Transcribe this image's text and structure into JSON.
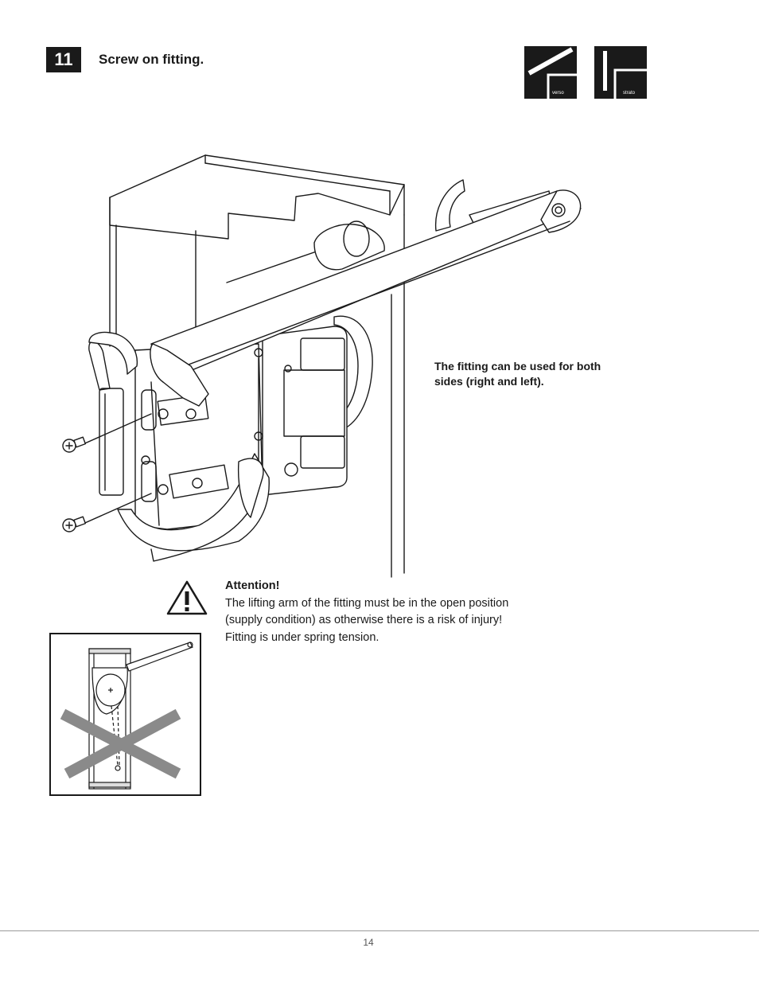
{
  "step": {
    "number": "11",
    "title": "Screw on fitting."
  },
  "badges": [
    {
      "label": "verso"
    },
    {
      "label": "strato"
    }
  ],
  "note": {
    "text": "The fitting can be used for both sides (right and left)."
  },
  "attention": {
    "heading": "Attention!",
    "line1": "The lifting arm of the fitting must be in the open position",
    "line2": "(supply condition) as otherwise there is a risk of injury!",
    "line3": "Fitting is under spring tension.",
    "icon": "warning-triangle-icon"
  },
  "footer": {
    "page_number": "14"
  }
}
